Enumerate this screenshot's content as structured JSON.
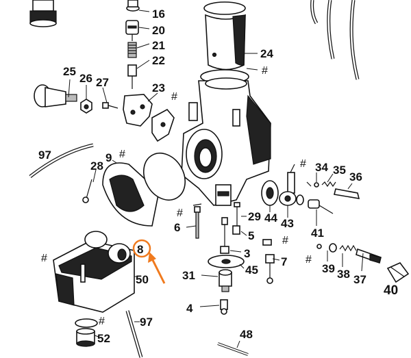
{
  "labels": {
    "p16": "16",
    "p20": "20",
    "p21": "21",
    "p22": "22",
    "p23": "23",
    "p24": "24",
    "p25": "25",
    "p26": "26",
    "p27": "27",
    "p97a": "97",
    "p28": "28",
    "p9": "9",
    "p34": "34",
    "p35": "35",
    "p36": "36",
    "p29": "29",
    "p44": "44",
    "p43": "43",
    "p5": "5",
    "p41": "41",
    "p6": "6",
    "p3": "3",
    "p7": "7",
    "p8": "8",
    "p50": "50",
    "p31": "31",
    "p45": "45",
    "p39": "39",
    "p38": "38",
    "p37": "37",
    "p40": "40",
    "p4": "4",
    "p48": "48",
    "p97b": "97",
    "p52": "52"
  },
  "hash": "#",
  "colors": {
    "highlight": "#f07a1e",
    "ink": "#111111"
  }
}
